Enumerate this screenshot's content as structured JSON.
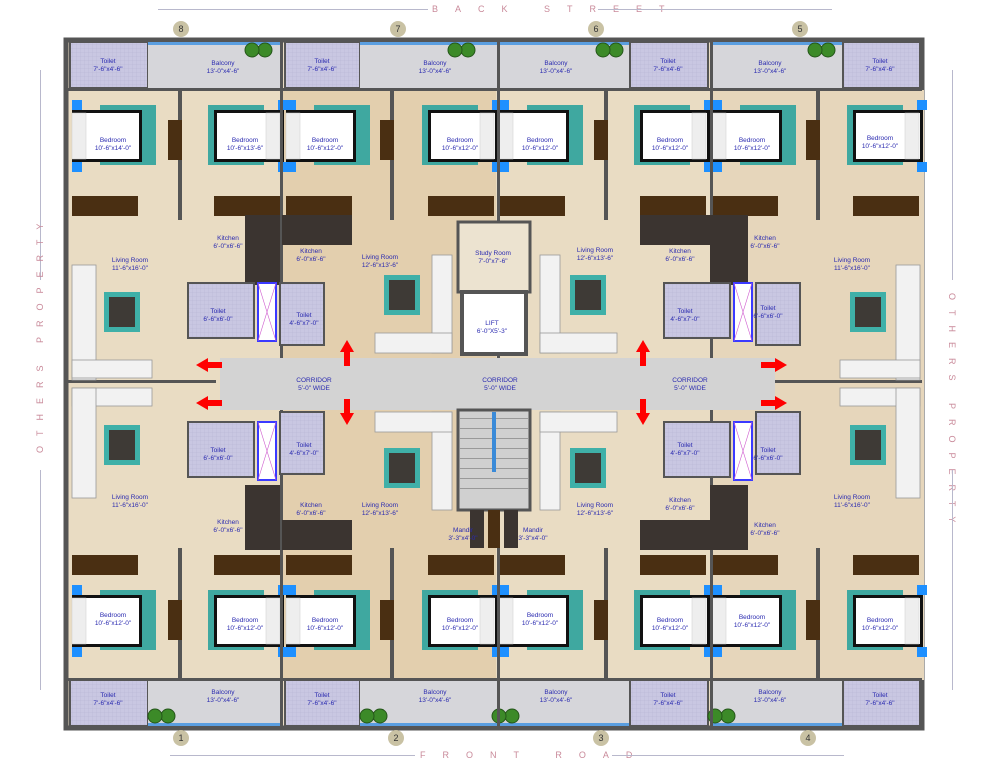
{
  "streets": {
    "top": "BACK STREET",
    "bottom": "FRONT ROAD",
    "left": "OTHERS PROPERTY",
    "right": "OTHERS PROPERTY"
  },
  "unit_numbers": {
    "top": [
      "8",
      "7",
      "6",
      "5"
    ],
    "bottom": [
      "1",
      "2",
      "3",
      "4"
    ]
  },
  "colors": {
    "wall": "#555555",
    "toilet": "#c9c7e2",
    "balcony": "#d6d6da",
    "corridor": "#d3d3d3",
    "floor": "#e9dcc3",
    "kitchen": "#3b3430",
    "arrow": "#ff0000",
    "label": "#2a2ab0",
    "window": "#3a3aff"
  },
  "rooms": [
    {
      "name": "Toilet",
      "dim": "7'-6\"x4'-6\""
    },
    {
      "name": "Balcony",
      "dim": "13'-0\"x4'-6\""
    },
    {
      "name": "Toilet",
      "dim": "7'-6\"x4'-6\""
    },
    {
      "name": "Balcony",
      "dim": "13'-0\"x4'-6\""
    },
    {
      "name": "Balcony",
      "dim": "13'-0\"x4'-6\""
    },
    {
      "name": "Toilet",
      "dim": "7'-6\"x4'-6\""
    },
    {
      "name": "Balcony",
      "dim": "13'-0\"x4'-6\""
    },
    {
      "name": "Toilet",
      "dim": "7'-6\"x4'-6\""
    },
    {
      "name": "Bedroom",
      "dim": "10'-6\"x14'-0\""
    },
    {
      "name": "Bedroom",
      "dim": "10'-6\"x13'-6\""
    },
    {
      "name": "Bedroom",
      "dim": "10'-6\"x12'-0\""
    },
    {
      "name": "Bedroom",
      "dim": "10'-6\"x12'-0\""
    },
    {
      "name": "Bedroom",
      "dim": "10'-6\"x12'-0\""
    },
    {
      "name": "Bedroom",
      "dim": "10'-6\"x12'-0\""
    },
    {
      "name": "Bedroom",
      "dim": "10'-6\"x12'-0\""
    },
    {
      "name": "Bedroom",
      "dim": "10'-6\"x12'-0\""
    },
    {
      "name": "Living Room",
      "dim": "11'-6\"x16'-0\""
    },
    {
      "name": "Kitchen",
      "dim": "6'-0\"x6'-6\""
    },
    {
      "name": "Toilet",
      "dim": "6'-6\"x6'-0\""
    },
    {
      "name": "Toilet",
      "dim": "4'-6\"x7'-0\""
    },
    {
      "name": "Kitchen",
      "dim": "6'-0\"x6'-6\""
    },
    {
      "name": "Living Room",
      "dim": "12'-6\"x13'-6\""
    },
    {
      "name": "Study Room",
      "dim": "7'-0\"x7'-6\""
    },
    {
      "name": "LIFT",
      "dim": "6'-0\"X5'-3\""
    },
    {
      "name": "Living Room",
      "dim": "12'-6\"x13'-6\""
    },
    {
      "name": "Kitchen",
      "dim": "6'-0\"x6'-6\""
    },
    {
      "name": "Toilet",
      "dim": "4'-6\"x7'-0\""
    },
    {
      "name": "Toilet",
      "dim": "6'-6\"x6'-0\""
    },
    {
      "name": "Kitchen",
      "dim": "6'-0\"x6'-6\""
    },
    {
      "name": "Living Room",
      "dim": "11'-6\"x16'-0\""
    },
    {
      "name": "CORRIDOR",
      "dim": "5'-0\" WIDE"
    },
    {
      "name": "CORRIDOR",
      "dim": "5'-0\" WIDE"
    },
    {
      "name": "CORRIDOR",
      "dim": "5'-0\" WIDE"
    },
    {
      "name": "Toilet",
      "dim": "6'-6\"x6'-0\""
    },
    {
      "name": "Toilet",
      "dim": "4'-6\"x7'-0\""
    },
    {
      "name": "Living Room",
      "dim": "11'-6\"x16'-0\""
    },
    {
      "name": "Kitchen",
      "dim": "6'-0\"x6'-6\""
    },
    {
      "name": "Kitchen",
      "dim": "6'-0\"x6'-6\""
    },
    {
      "name": "Living Room",
      "dim": "12'-6\"x13'-6\""
    },
    {
      "name": "Mandir",
      "dim": "3'-3\"x4'-0\""
    },
    {
      "name": "Mandir",
      "dim": "3'-3\"x4'-0\""
    },
    {
      "name": "Living Room",
      "dim": "12'-6\"x13'-6\""
    },
    {
      "name": "Toilet",
      "dim": "4'-6\"x7'-0\""
    },
    {
      "name": "Toilet",
      "dim": "6'-6\"x6'-0\""
    },
    {
      "name": "Kitchen",
      "dim": "6'-0\"x6'-6\""
    },
    {
      "name": "Kitchen",
      "dim": "6'-0\"x6'-6\""
    },
    {
      "name": "Living Room",
      "dim": "11'-6\"x16'-0\""
    },
    {
      "name": "Bedroom",
      "dim": "10'-6\"x12'-0\""
    },
    {
      "name": "Bedroom",
      "dim": "10'-6\"x12'-0\""
    },
    {
      "name": "Bedroom",
      "dim": "10'-6\"x12'-0\""
    },
    {
      "name": "Bedroom",
      "dim": "10'-6\"x12'-0\""
    },
    {
      "name": "Bedroom",
      "dim": "10'-6\"x12'-0\""
    },
    {
      "name": "Bedroom",
      "dim": "10'-6\"x12'-0\""
    },
    {
      "name": "Bedroom",
      "dim": "10'-6\"x12'-0\""
    },
    {
      "name": "Bedroom",
      "dim": "10'-6\"x12'-0\""
    },
    {
      "name": "Toilet",
      "dim": "7'-6\"x4'-6\""
    },
    {
      "name": "Balcony",
      "dim": "13'-0\"x4'-6\""
    },
    {
      "name": "Toilet",
      "dim": "7'-6\"x4'-6\""
    },
    {
      "name": "Balcony",
      "dim": "13'-0\"x4'-6\""
    },
    {
      "name": "Balcony",
      "dim": "13'-0\"x4'-6\""
    },
    {
      "name": "Toilet",
      "dim": "7'-6\"x4'-6\""
    },
    {
      "name": "Balcony",
      "dim": "13'-0\"x4'-6\""
    },
    {
      "name": "Toilet",
      "dim": "7'-6\"x4'-6\""
    }
  ]
}
